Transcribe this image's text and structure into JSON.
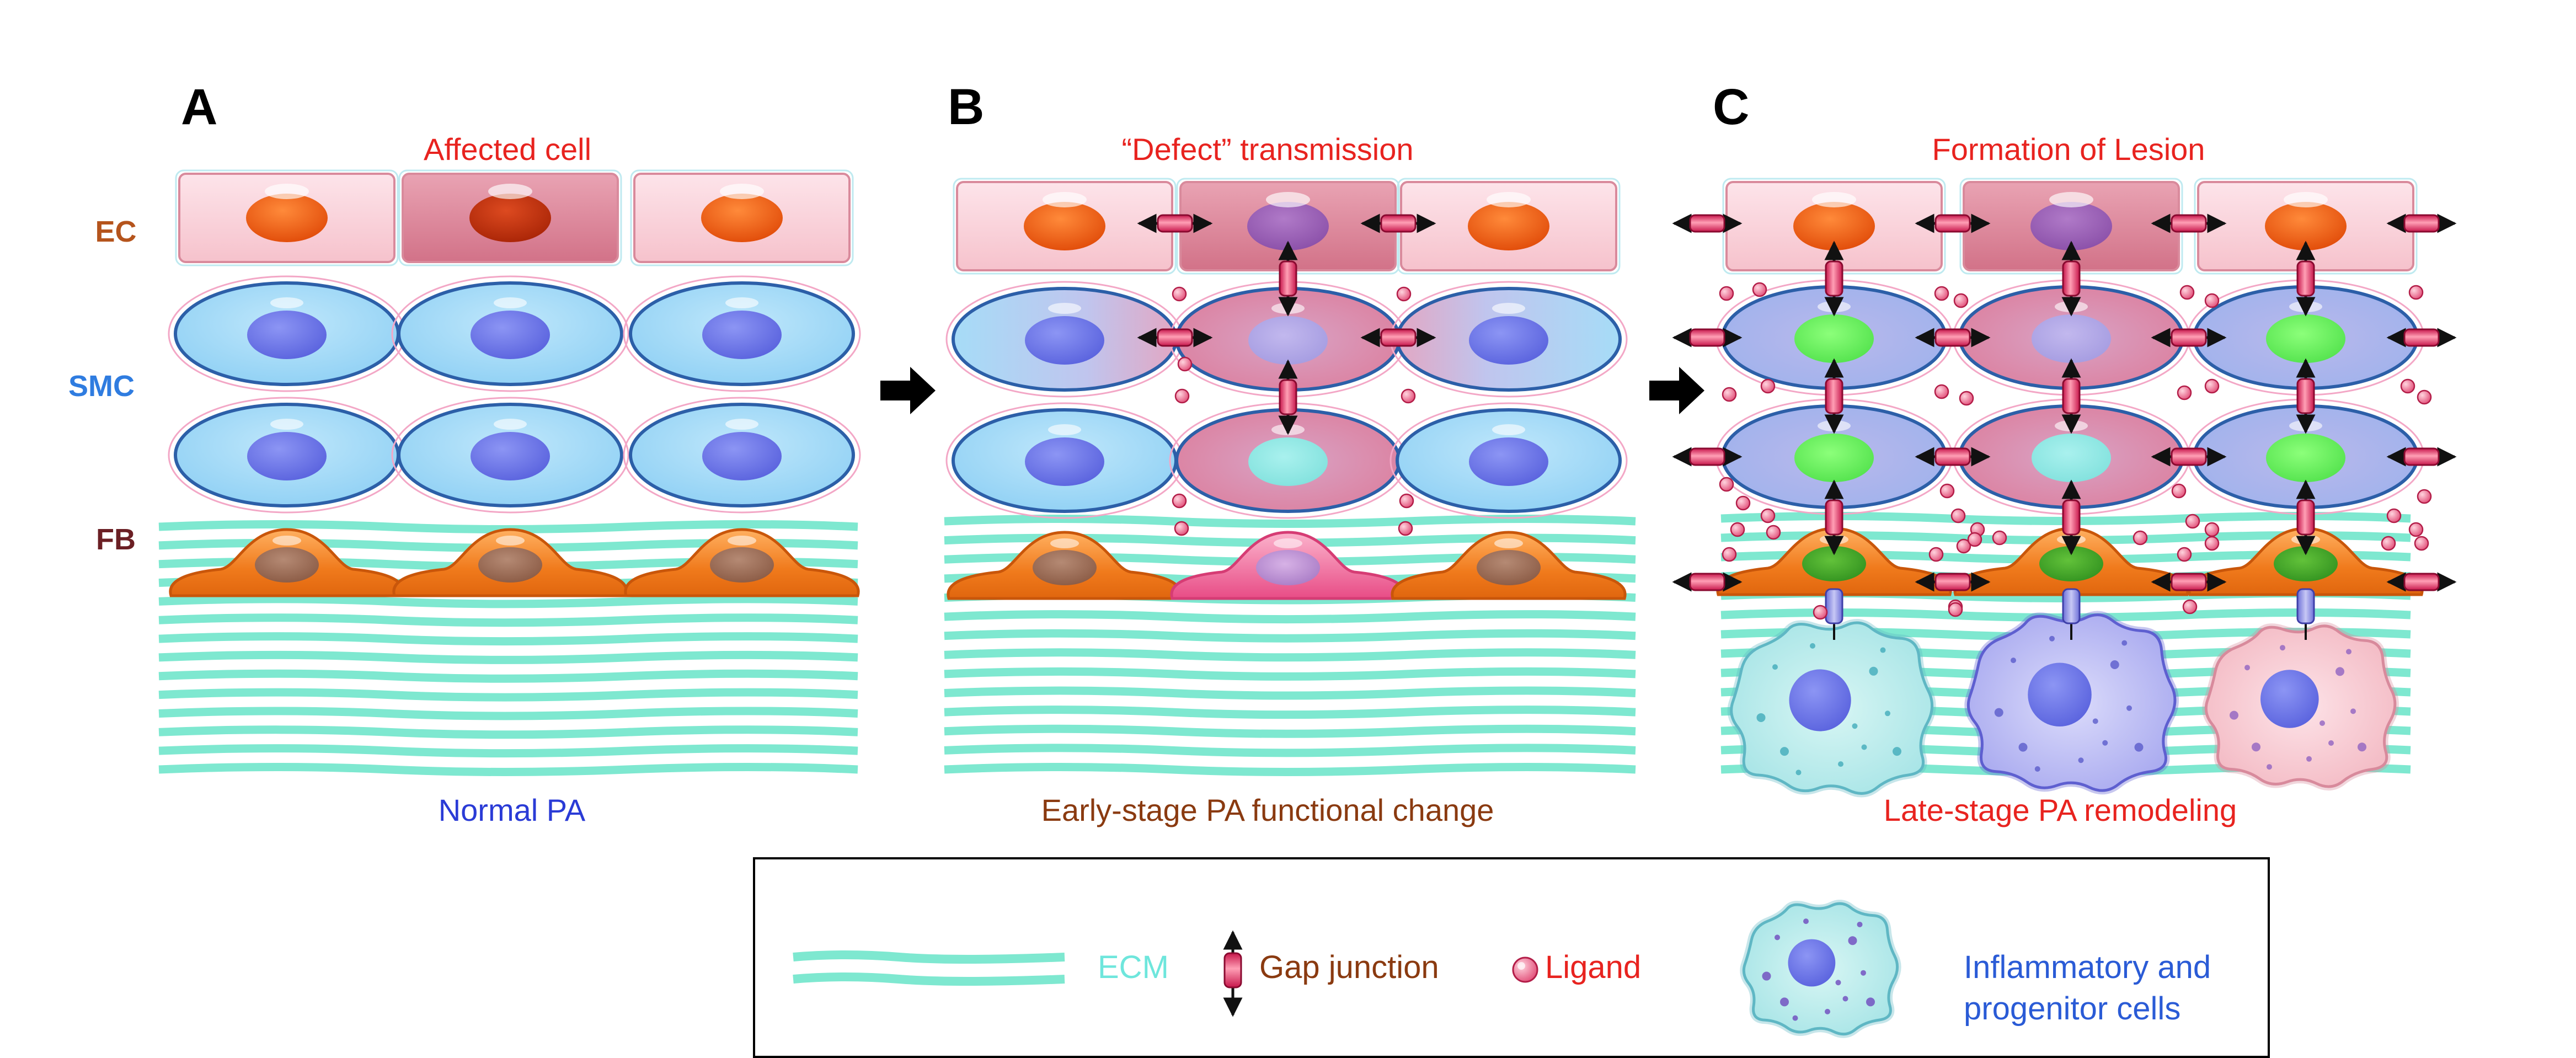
{
  "row_labels": {
    "ec": "EC",
    "smc": "SMC",
    "fb": "FB"
  },
  "panels": [
    {
      "letter": "A",
      "title": "Affected cell",
      "caption": "Normal PA"
    },
    {
      "letter": "B",
      "title": "“Defect” transmission",
      "caption": "Early-stage PA functional change"
    },
    {
      "letter": "C",
      "title": "Formation of Lesion",
      "caption": "Late-stage PA remodeling"
    }
  ],
  "legend": {
    "ecm": "ECM",
    "gap_junction": "Gap junction",
    "ligand": "Ligand",
    "inflammatory_line1": "Inflammatory and",
    "inflammatory_line2": "progenitor cells"
  },
  "colors": {
    "title": "#e8231f",
    "ec_label": "#b5541c",
    "smc_label": "#2f7ce0",
    "fb_label": "#6b1f24",
    "caption_a": "#2a3bd6",
    "caption_b": "#8a3a10",
    "caption_c": "#e8231f",
    "ecm": "#7ee8d0",
    "legend_ecm_text": "#6ee6dc",
    "legend_gap_text": "#8a3a10",
    "legend_ligand_text": "#e8231f",
    "legend_inflam_text": "#2a5bd6"
  }
}
